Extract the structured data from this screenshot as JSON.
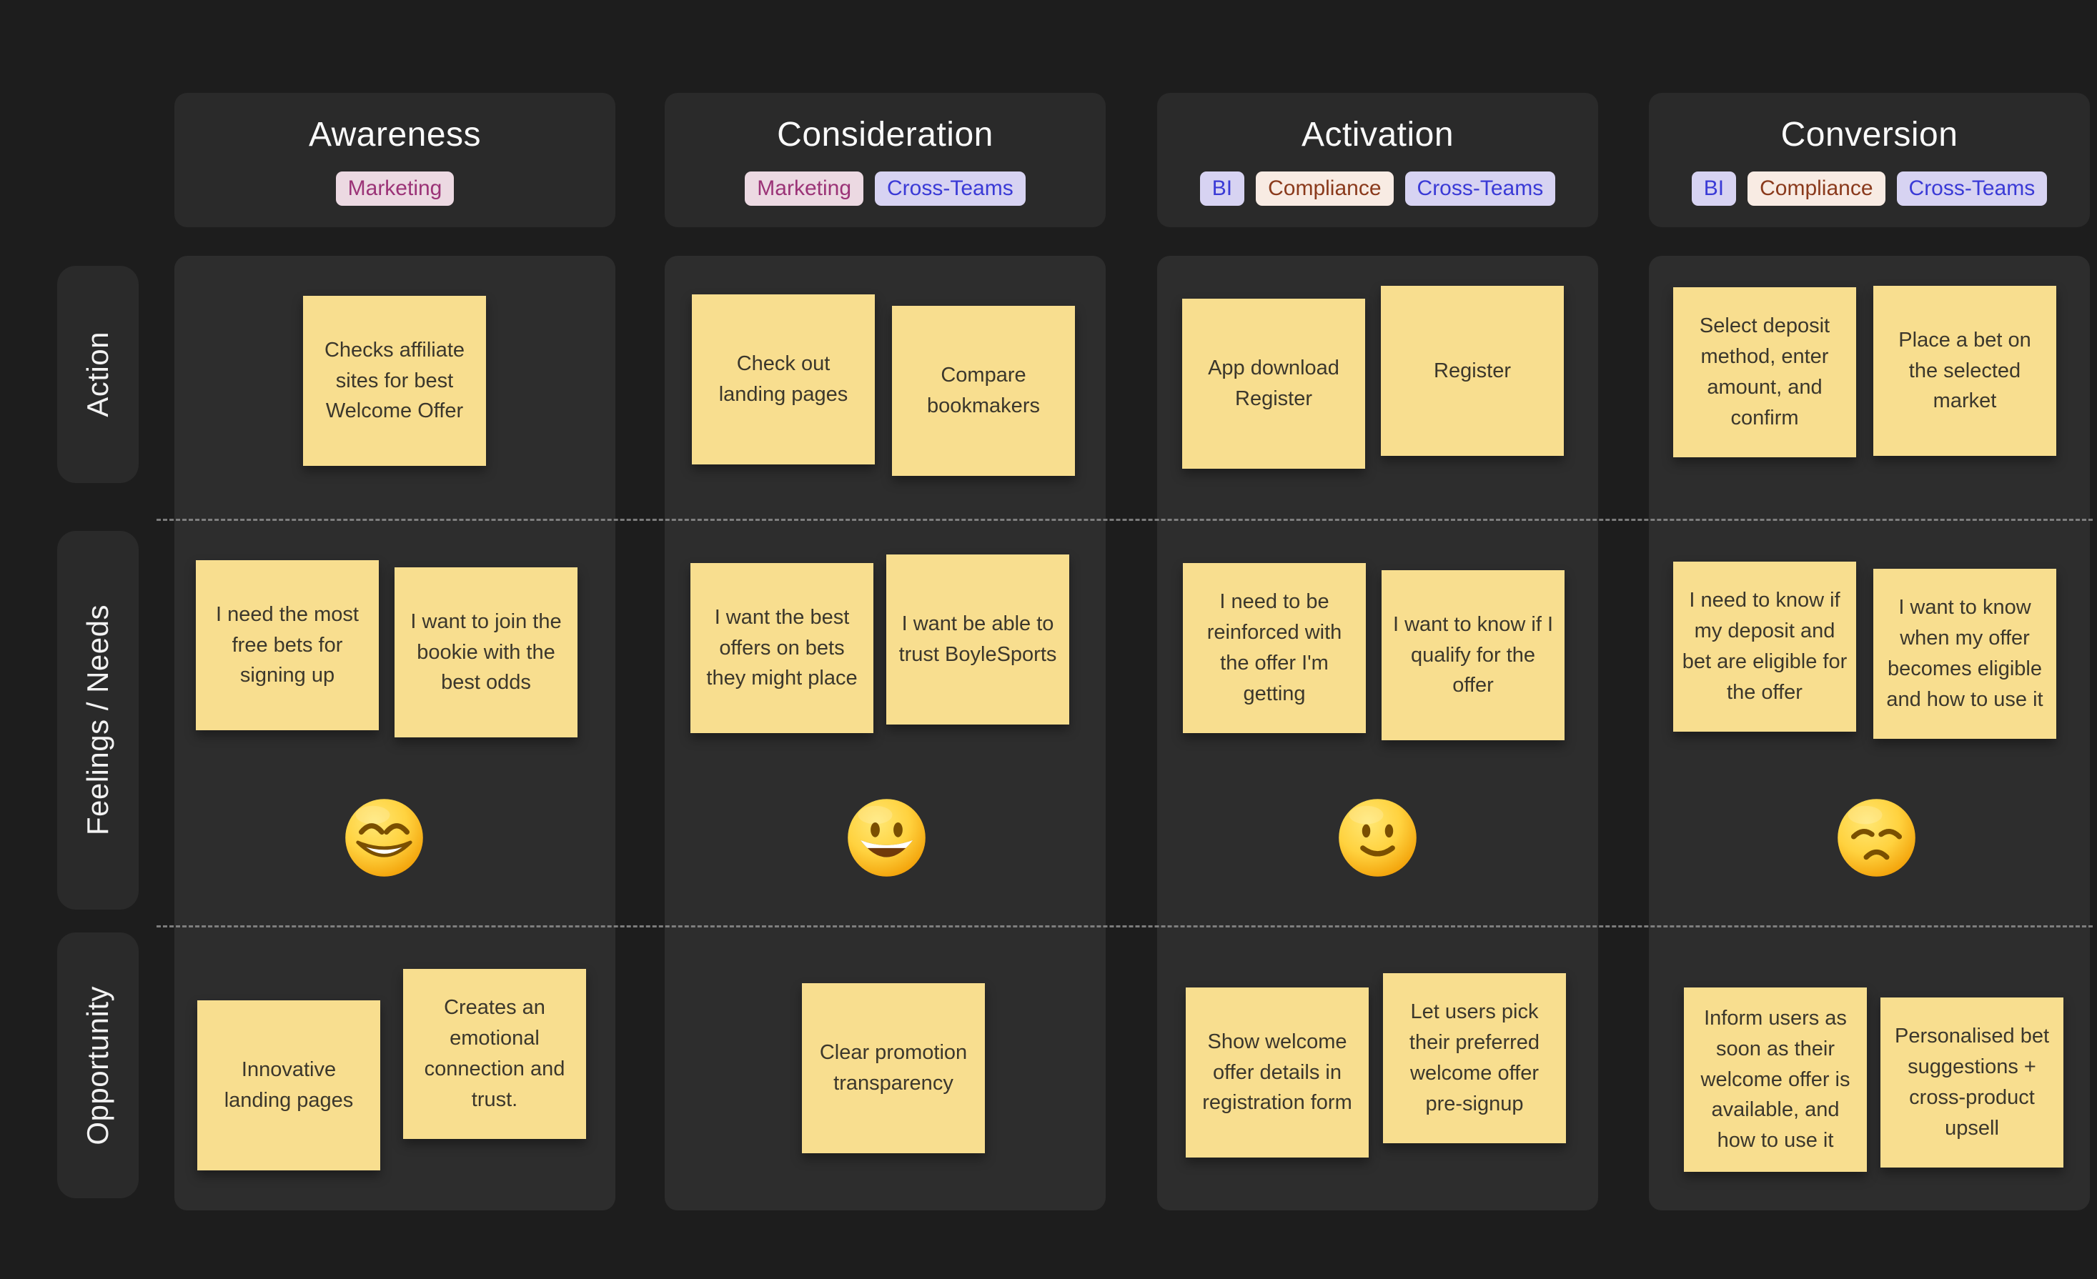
{
  "board_type": "customer-journey-map",
  "rows": [
    {
      "label": "Action"
    },
    {
      "label": "Feelings / Needs"
    },
    {
      "label": "Opportunity"
    }
  ],
  "columns": [
    {
      "title": "Awareness",
      "tags": [
        {
          "label": "Marketing",
          "style": "marketing"
        }
      ],
      "emotion": "beaming-face",
      "notes": {
        "action": [
          "Checks affiliate sites for best Welcome Offer"
        ],
        "feelings": [
          "I need the most free bets for signing up",
          "I want to join the bookie with the best odds"
        ],
        "opportunity": [
          "Innovative landing pages",
          "Creates an emotional connection and trust."
        ]
      }
    },
    {
      "title": "Consideration",
      "tags": [
        {
          "label": "Marketing",
          "style": "marketing"
        },
        {
          "label": "Cross-Teams",
          "style": "team"
        }
      ],
      "emotion": "grinning-face",
      "notes": {
        "action": [
          "Check out landing pages",
          "Compare bookmakers"
        ],
        "feelings": [
          "I want the best offers on bets they might place",
          "I want be able to trust BoyleSports"
        ],
        "opportunity": [
          "Clear promotion transparency"
        ]
      }
    },
    {
      "title": "Activation",
      "tags": [
        {
          "label": "BI",
          "style": "team"
        },
        {
          "label": "Compliance",
          "style": "compliance"
        },
        {
          "label": "Cross-Teams",
          "style": "team"
        }
      ],
      "emotion": "slightly-smiling-face",
      "notes": {
        "action": [
          "App download Register",
          "Register"
        ],
        "feelings": [
          "I need to be reinforced with the offer I'm getting",
          "I want to know if I qualify for the offer"
        ],
        "opportunity": [
          "Show welcome offer details in registration form",
          "Let users pick their preferred welcome offer pre-signup"
        ]
      }
    },
    {
      "title": "Conversion",
      "tags": [
        {
          "label": "BI",
          "style": "team"
        },
        {
          "label": "Compliance",
          "style": "compliance"
        },
        {
          "label": "Cross-Teams",
          "style": "team"
        }
      ],
      "emotion": "disappointed-face",
      "notes": {
        "action": [
          "Select deposit method, enter amount, and confirm",
          "Place a bet on the selected market"
        ],
        "feelings": [
          "I need to know if my deposit and bet are eligible for the offer",
          "I want to know when my offer becomes eligible and how to use it"
        ],
        "opportunity": [
          "Inform users as soon as their welcome offer is available, and how to use it",
          "Personalised bet suggestions + cross-product upsell"
        ]
      }
    }
  ],
  "colors": {
    "background": "#1d1d1d",
    "panel": "#2d2d2d",
    "header_card": "#2a2a2a",
    "sticky_note": "#F8DE8F",
    "note_text": "#3b372c",
    "tag_marketing_bg": "#ECD9E2",
    "tag_marketing_text": "#9B3377",
    "tag_team_bg": "#D7D3F2",
    "tag_team_text": "#3A3AD6",
    "tag_compliance_bg": "#F8EBE3",
    "tag_compliance_text": "#8A3A1C",
    "divider": "#8d8d8d",
    "emoji_yellow": "#FFD23F"
  }
}
